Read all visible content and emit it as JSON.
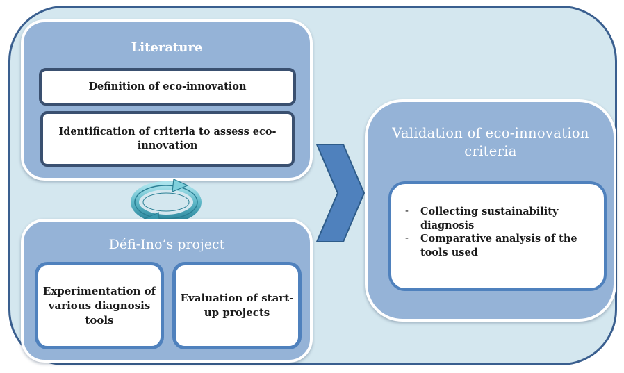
{
  "literature": {
    "title": "Literature",
    "definition": "Definition of eco-innovation",
    "identification": "Identification of criteria to assess eco-innovation"
  },
  "defi_ino": {
    "title": "Défi-Ino’s project",
    "experimentation": "Experimentation of various diagnosis tools",
    "evaluation": "Evaluation of start-up projects"
  },
  "validation": {
    "title": "Validation of eco-innovation criteria",
    "items": [
      "Collecting sustainability diagnosis",
      "Comparative analysis of the tools used"
    ]
  },
  "colors": {
    "panel_fill": "#95b3d7",
    "outer_fill": "#d4e7ef",
    "outer_border": "#3a5f8f",
    "box_border": "#4f81bd",
    "arrow_fill": "#4f81bd"
  },
  "icons": {
    "cycle": "circular-arrows-icon",
    "arrow": "chevron-right-arrow-icon"
  }
}
